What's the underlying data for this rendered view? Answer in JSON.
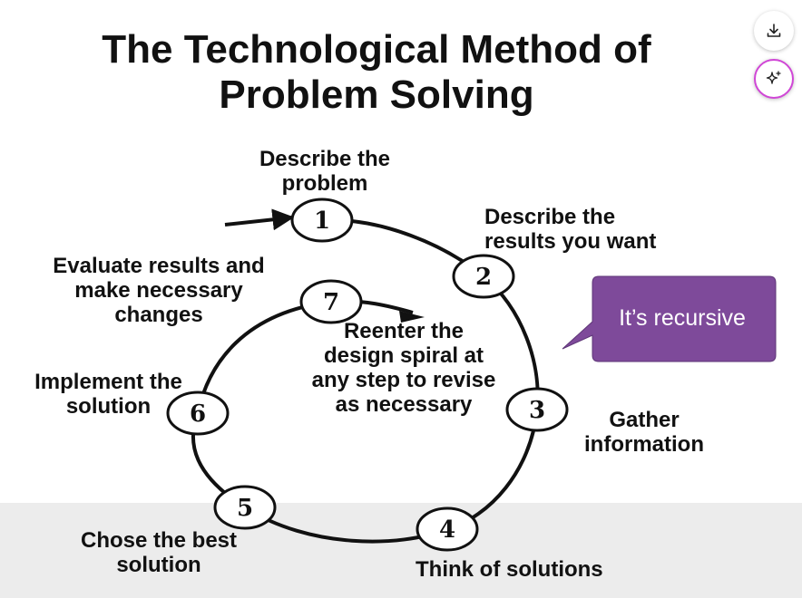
{
  "title": {
    "line1": "The Technological Method of",
    "line2": "Problem Solving"
  },
  "steps": [
    {
      "number": "1",
      "label": [
        "Describe the",
        "problem"
      ]
    },
    {
      "number": "2",
      "label": [
        "Describe the",
        "results you want"
      ]
    },
    {
      "number": "3",
      "label": [
        "Gather",
        "information"
      ]
    },
    {
      "number": "4",
      "label": [
        "Think of solutions"
      ]
    },
    {
      "number": "5",
      "label": [
        "Chose the best",
        "solution"
      ]
    },
    {
      "number": "6",
      "label": [
        "Implement the",
        "solution"
      ]
    },
    {
      "number": "7",
      "label": [
        "Evaluate results and",
        "make necessary",
        "changes"
      ]
    }
  ],
  "center_note": [
    "Reenter the",
    "design spiral at",
    "any step to revise",
    "as necessary"
  ],
  "callout": {
    "text": "It’s recursive",
    "color": "#7e4a9a"
  },
  "toolbar": {
    "download_icon": "download-icon",
    "magic_icon": "sparkle-icon",
    "magic_ring_color": "#d046d6"
  }
}
